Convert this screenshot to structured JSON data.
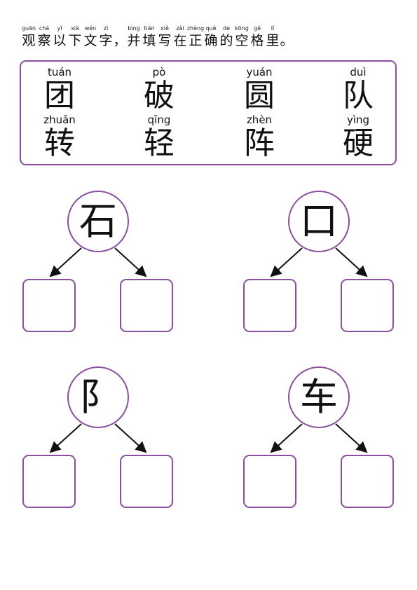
{
  "instruction": [
    {
      "py": "guān",
      "ch": "观"
    },
    {
      "py": "chá",
      "ch": "察"
    },
    {
      "py": "yǐ",
      "ch": "以"
    },
    {
      "py": "xià",
      "ch": "下"
    },
    {
      "py": "wén",
      "ch": "文"
    },
    {
      "py": "zì",
      "ch": "字"
    },
    {
      "py": "",
      "ch": "，"
    },
    {
      "py": "bìng",
      "ch": "并"
    },
    {
      "py": "tián",
      "ch": "填"
    },
    {
      "py": "xiě",
      "ch": "写"
    },
    {
      "py": "zài",
      "ch": "在"
    },
    {
      "py": "zhèng",
      "ch": "正"
    },
    {
      "py": "què",
      "ch": "确"
    },
    {
      "py": "de",
      "ch": "的"
    },
    {
      "py": "kōng",
      "ch": "空"
    },
    {
      "py": "gé",
      "ch": "格"
    },
    {
      "py": "lǐ",
      "ch": "里"
    },
    {
      "py": "",
      "ch": "。"
    }
  ],
  "characters": [
    {
      "py": "tuán",
      "ch": "团"
    },
    {
      "py": "pò",
      "ch": "破"
    },
    {
      "py": "yuán",
      "ch": "圆"
    },
    {
      "py": "duì",
      "ch": "队"
    },
    {
      "py": "zhuǎn",
      "ch": "转"
    },
    {
      "py": "qīng",
      "ch": "轻"
    },
    {
      "py": "zhèn",
      "ch": "阵"
    },
    {
      "py": "yìng",
      "ch": "硬"
    }
  ],
  "radicals": [
    "石",
    "口",
    "阝",
    "车"
  ],
  "colors": {
    "border": "#8a4fa0",
    "arrow": "#111111"
  }
}
